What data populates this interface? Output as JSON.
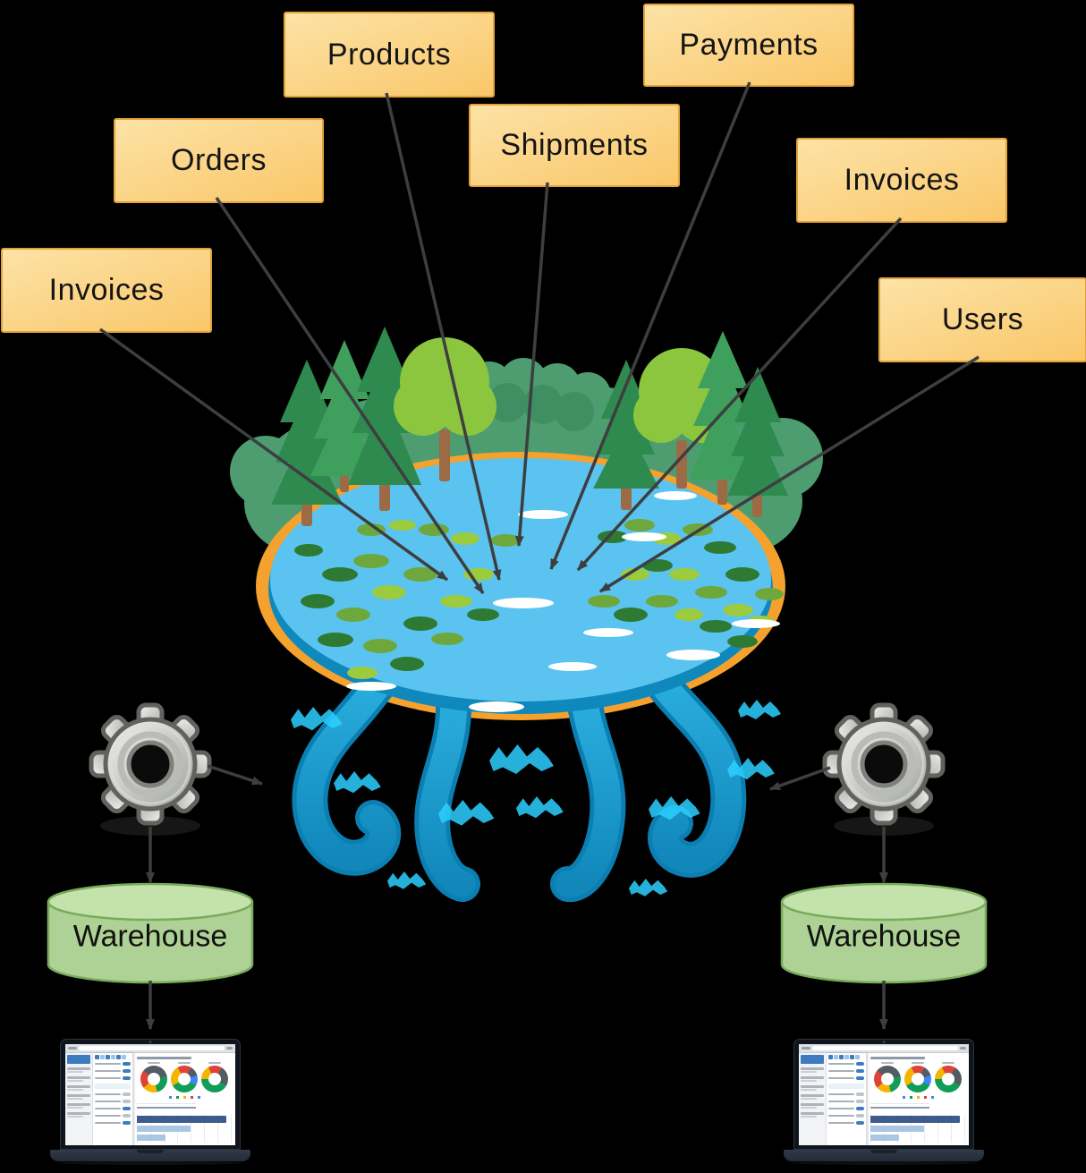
{
  "sources": [
    {
      "id": "invoices-left",
      "label": "Invoices"
    },
    {
      "id": "orders",
      "label": "Orders"
    },
    {
      "id": "products",
      "label": "Products"
    },
    {
      "id": "shipments",
      "label": "Shipments"
    },
    {
      "id": "payments",
      "label": "Payments"
    },
    {
      "id": "invoices-right",
      "label": "Invoices"
    },
    {
      "id": "users",
      "label": "Users"
    }
  ],
  "lake": {
    "icon": "data-lake-pond-icon"
  },
  "etl": {
    "left_icon": "gear-icon",
    "right_icon": "gear-icon"
  },
  "warehouses": {
    "left_label": "Warehouse",
    "right_label": "Warehouse"
  },
  "laptops": {
    "icon": "laptop-dashboard-icon",
    "dashboard": {
      "donuts": [
        {
          "from": -130,
          "segments": [
            {
              "color": "#DB4437",
              "pct": 22
            },
            {
              "color": "#535B63",
              "pct": 36
            },
            {
              "color": "#109D58",
              "pct": 24
            },
            {
              "color": "#F4B400",
              "pct": 18
            }
          ]
        },
        {
          "from": -120,
          "segments": [
            {
              "color": "#F4B400",
              "pct": 25
            },
            {
              "color": "#DB4437",
              "pct": 17
            },
            {
              "color": "#535B63",
              "pct": 12
            },
            {
              "color": "#4285F4",
              "pct": 12
            },
            {
              "color": "#109D58",
              "pct": 34
            }
          ]
        },
        {
          "from": -90,
          "segments": [
            {
              "color": "#F4B400",
              "pct": 17
            },
            {
              "color": "#DB4437",
              "pct": 17
            },
            {
              "color": "#535B63",
              "pct": 24
            },
            {
              "color": "#109D58",
              "pct": 42
            }
          ]
        }
      ],
      "bars": {
        "values": [
          94,
          57,
          30
        ],
        "colors": [
          "#3D5B8C",
          "#A9C6E3",
          "#A9C6E3"
        ]
      },
      "legend": [
        "#4285F4",
        "#109D58",
        "#F4B400",
        "#DB4437",
        "#4285F4"
      ]
    }
  },
  "colors": {
    "source_box_fill_top": "#FCE3A6",
    "source_box_fill_bottom": "#FAC768",
    "source_box_border": "#E2A33D",
    "arrow": "#3D3E40",
    "water": "#5BC3F0",
    "shore": "#F5A12E",
    "forest": "#4D9D71",
    "stream": "#1CA2D4",
    "splash": "#2BD0FF",
    "warehouse_fill": "#AED295",
    "warehouse_border": "#79AB5B",
    "gear": "#C8C9C5"
  }
}
